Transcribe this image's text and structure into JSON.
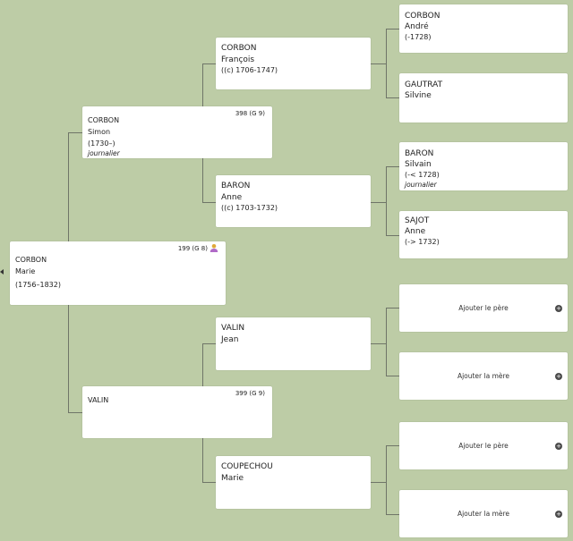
{
  "root": {
    "surname": "CORBON",
    "given": "Marie",
    "dates": "(1756–1832)",
    "badge": "199 (G 8)"
  },
  "father": {
    "surname": "CORBON",
    "given": "Simon",
    "dates": "(1730–)",
    "occupation": "journalier",
    "badge": "398 (G 9)"
  },
  "mother": {
    "surname": "VALIN",
    "badge": "399 (G 9)"
  },
  "gp_ff": {
    "surname": "CORBON",
    "given": "François",
    "dates": "((c) 1706-1747)"
  },
  "gp_fm": {
    "surname": "BARON",
    "given": "Anne",
    "dates": "((c) 1703-1732)"
  },
  "gp_mf": {
    "surname": "VALIN",
    "given": "Jean"
  },
  "gp_mm": {
    "surname": "COUPECHOU",
    "given": "Marie"
  },
  "ggp": [
    {
      "surname": "CORBON",
      "given": "André",
      "dates": "(-1728)"
    },
    {
      "surname": "GAUTRAT",
      "given": "Silvine"
    },
    {
      "surname": "BARON",
      "given": "Silvain",
      "dates": "(-< 1728)",
      "occupation": "journalier"
    },
    {
      "surname": "SAJOT",
      "given": "Anne",
      "dates": "(-> 1732)"
    }
  ],
  "add_father_label": "Ajouter le père",
  "add_mother_label": "Ajouter la mère",
  "colors": {
    "background": "#bdcca6",
    "lines": "#6f7568",
    "card": "#ffffff"
  }
}
